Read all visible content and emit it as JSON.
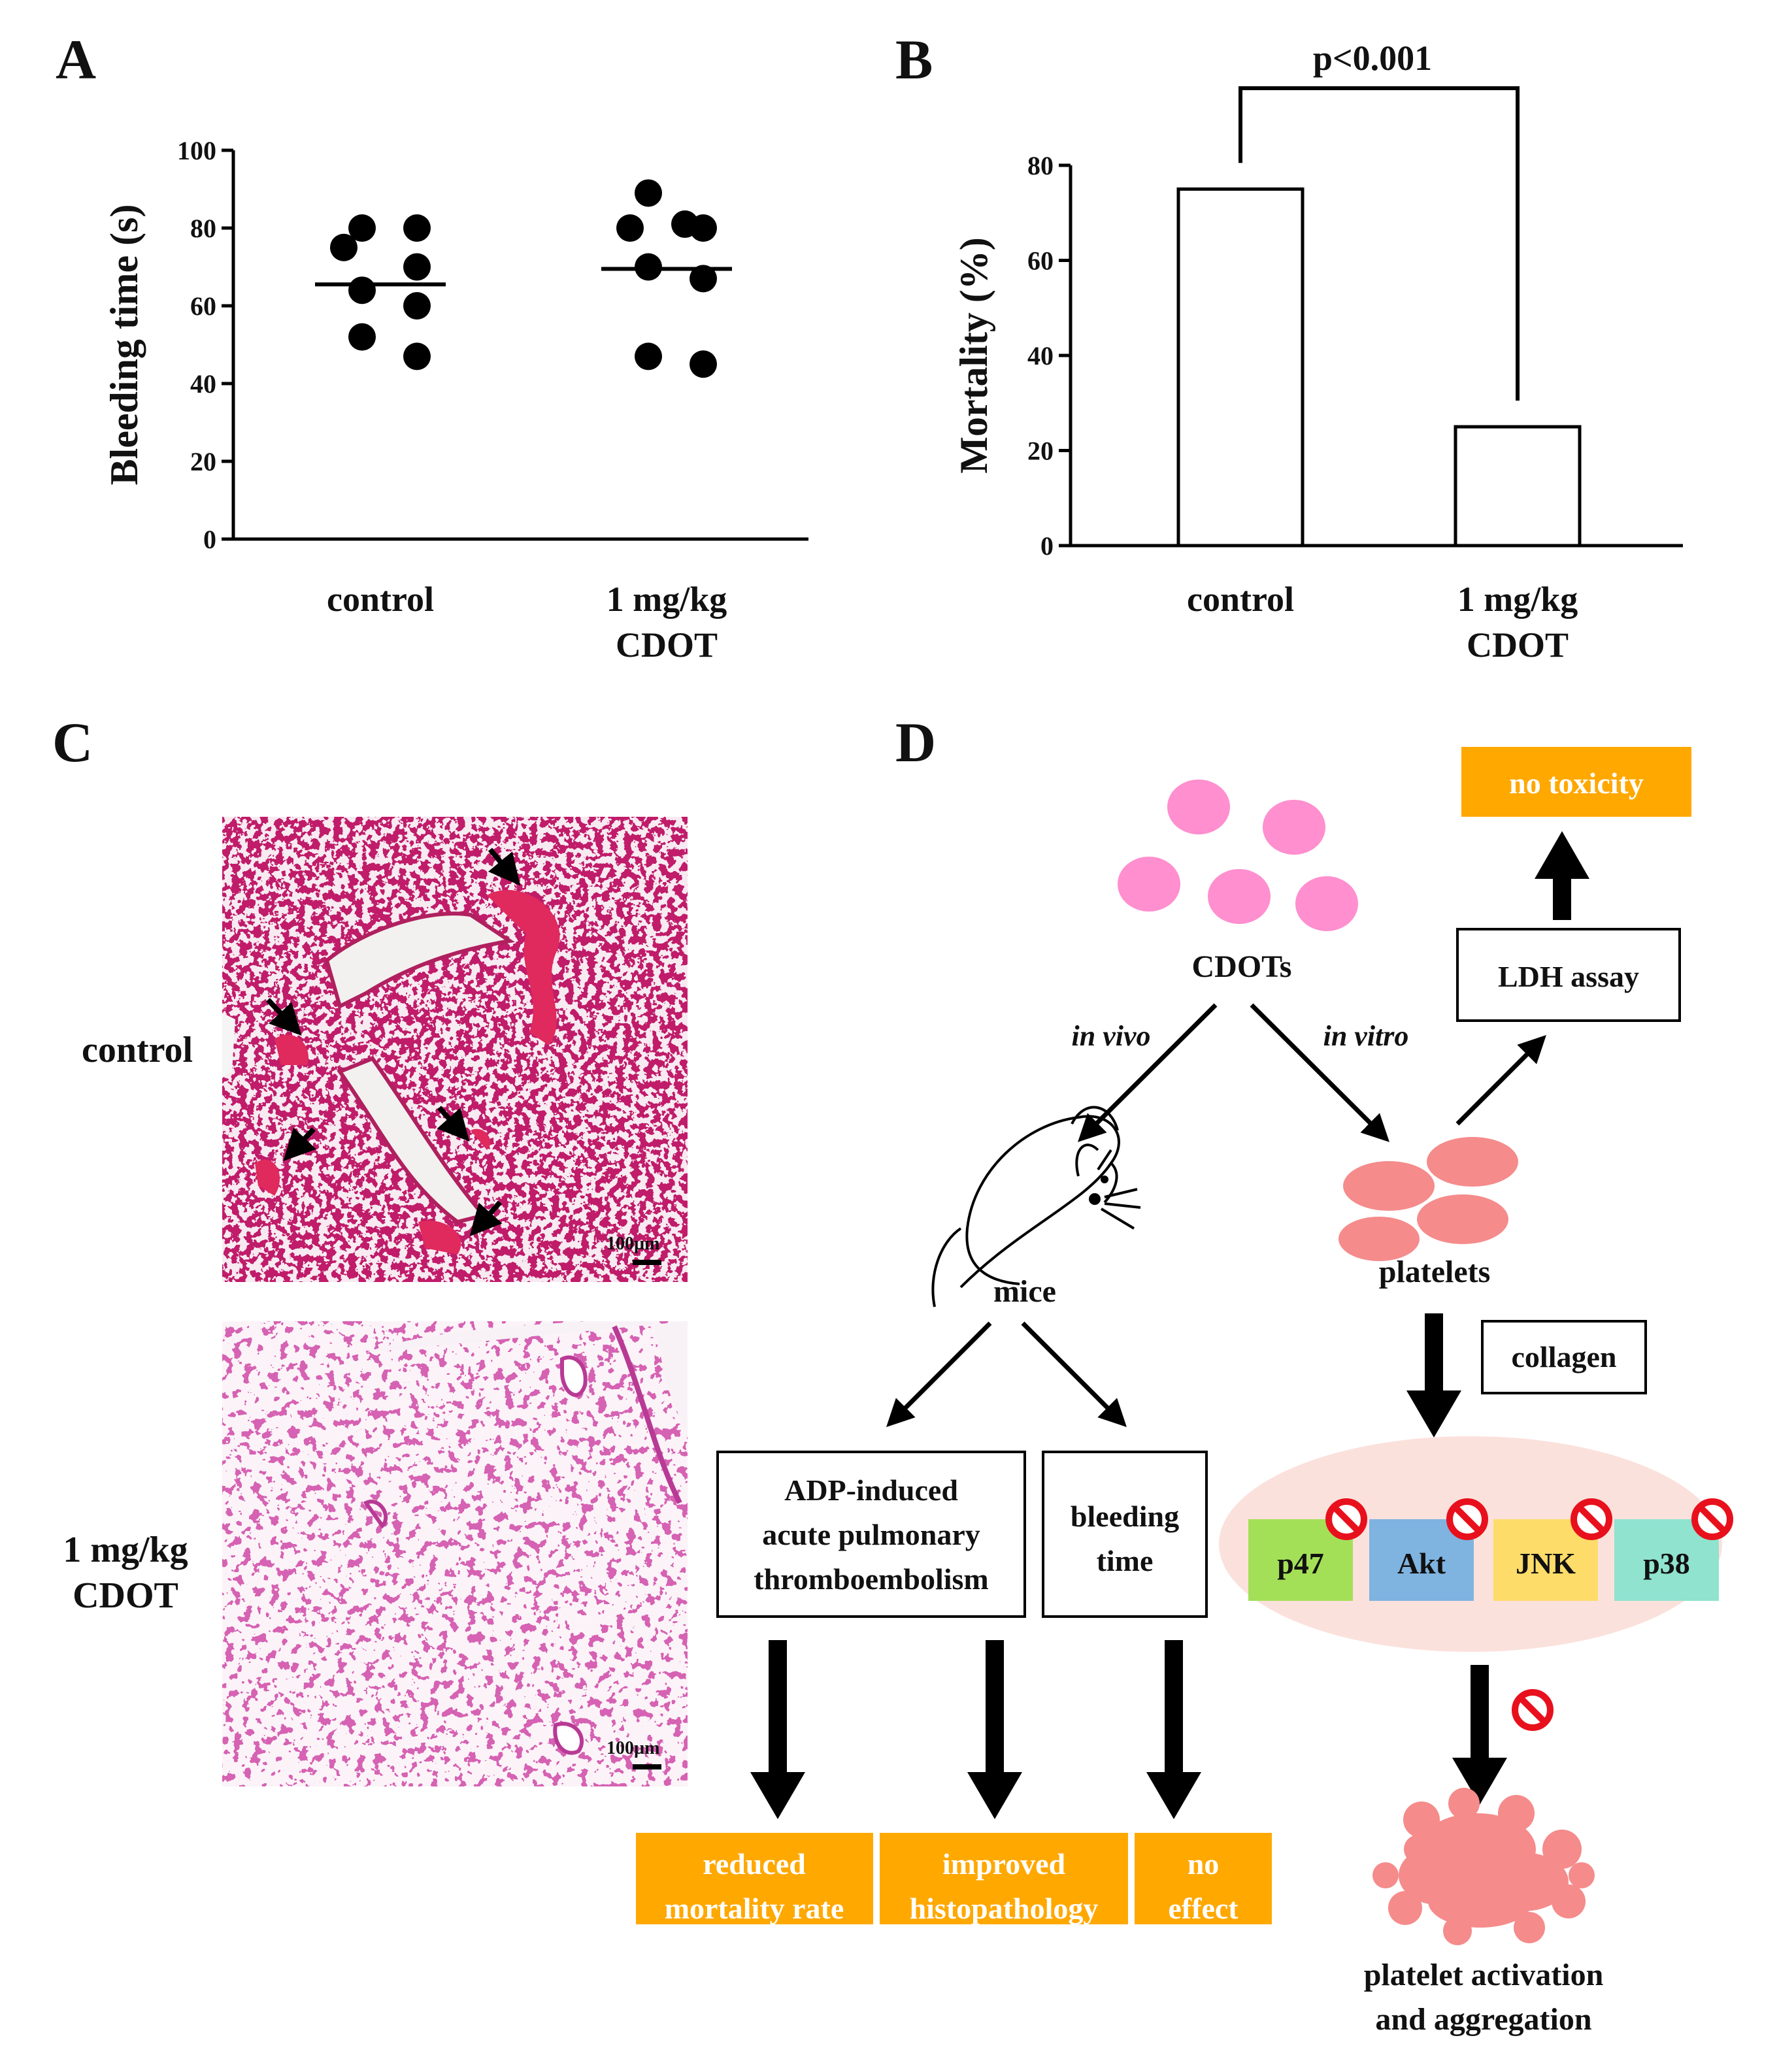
{
  "panels": {
    "a": {
      "letter": "A"
    },
    "b": {
      "letter": "B"
    },
    "c": {
      "letter": "C",
      "row_labels": [
        "control",
        "1 mg/kg",
        "CDOT"
      ],
      "scale_bar": "100µm"
    },
    "d": {
      "letter": "D"
    }
  },
  "chart_data": [
    {
      "type": "scatter",
      "panel": "A",
      "title": "",
      "ylabel": "Bleeding time (s)",
      "ylim": [
        0,
        100
      ],
      "yticks": [
        0,
        20,
        40,
        60,
        80,
        100
      ],
      "categories": [
        [
          "control"
        ],
        [
          "1 mg/kg",
          "CDOT"
        ]
      ],
      "points": [
        [
          80,
          80,
          75,
          70,
          64,
          60,
          52,
          47
        ],
        [
          89,
          81,
          80,
          80,
          70,
          67,
          47,
          45
        ]
      ],
      "means": [
        65.5,
        69.5
      ]
    },
    {
      "type": "bar",
      "panel": "B",
      "title": "",
      "ylabel": "Mortality (%)",
      "ylim": [
        0,
        80
      ],
      "yticks": [
        0,
        20,
        40,
        60,
        80
      ],
      "categories": [
        [
          "control"
        ],
        [
          "1 mg/kg",
          "CDOT"
        ]
      ],
      "values": [
        75,
        25
      ],
      "annotation": "p<0.001"
    }
  ],
  "diagram": {
    "cdots": "CDOTs",
    "in_vivo": "in vivo",
    "in_vitro": "in vitro",
    "ldh": "LDH assay",
    "no_toxicity": "no toxicity",
    "mice": "mice",
    "platelets": "platelets",
    "collagen": "collagen",
    "adp": [
      "ADP-induced",
      "acute pulmonary",
      "thromboembolism"
    ],
    "bleeding": [
      "bleeding",
      "time"
    ],
    "proteins": [
      {
        "label": "p47",
        "color": "#a4e057"
      },
      {
        "label": "Akt",
        "color": "#7fb3e0"
      },
      {
        "label": "JNK",
        "color": "#fddc6a"
      },
      {
        "label": "p38",
        "color": "#8fe3cf"
      }
    ],
    "outcomes": [
      [
        "reduced",
        "mortality rate"
      ],
      [
        "improved",
        "histopathology"
      ],
      [
        "no",
        "effect"
      ]
    ],
    "activation": [
      "platelet activation",
      "and aggregation"
    ],
    "colors": {
      "orange": "#ffa800",
      "cdot_pink": "#ff8fcf",
      "platelet_salmon": "#f58b8b",
      "ellipse_bg": "#fbe1dc",
      "block_red": "#e8101c",
      "tissue_control": "#c01f6a",
      "tissue_cdot": "#d662b3"
    }
  }
}
